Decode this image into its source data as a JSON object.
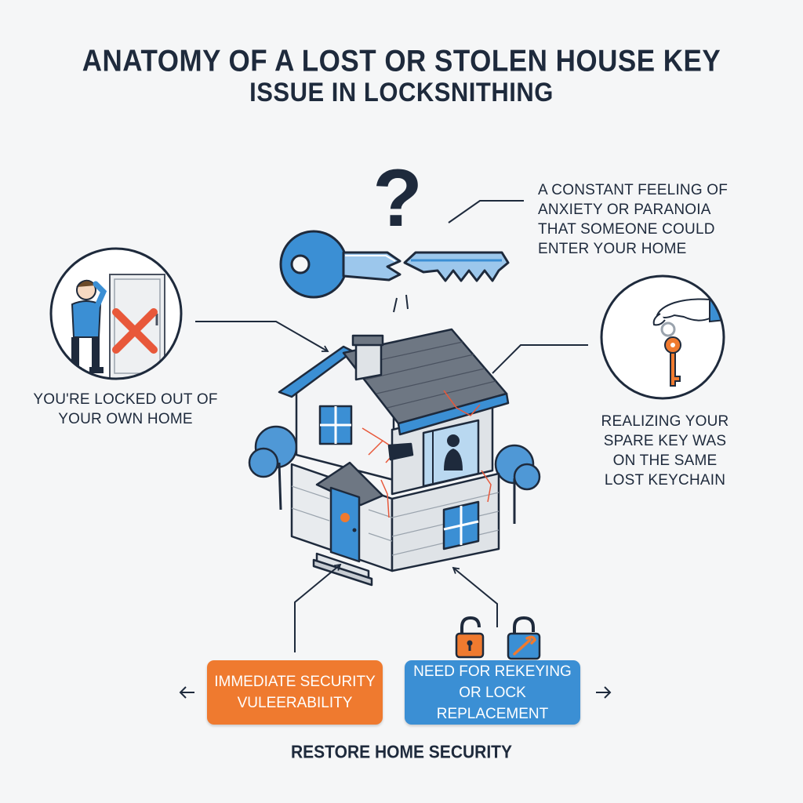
{
  "title": {
    "line1": "ANATOMY OF A LOST OR STOLEN HOUSE KEY",
    "line2": "ISSUE IN LOCKSNITHING"
  },
  "question_mark": "?",
  "callouts": {
    "anxiety": [
      "A CONSTANT FEELING OF",
      "ANXIETY OR PARANOIA",
      "THAT SOMEONE COULD",
      "ENTER YOUR HOME"
    ],
    "locked_out": [
      "YOU'RE LOCKED OUT OF",
      "YOUR OWN HOME"
    ],
    "spare_key": [
      "REALIZING YOUR",
      "SPARE KEY WAS",
      "ON THE SAME",
      "LOST KEYCHAIN"
    ]
  },
  "boxes": {
    "security": [
      "IMMEDIATE SECURITY",
      "VULEERABILITY"
    ],
    "rekeying": [
      "NEED FOR REKEYING",
      "OR LOCK REPLACEMENT"
    ]
  },
  "footer": "RESTORE HOME SECURITY",
  "colors": {
    "accent_blue": "#3b8fd4",
    "accent_orange": "#ef7a2f",
    "ink": "#1e2a3c",
    "crack_red": "#e8583a"
  },
  "icons": [
    "broken-key-icon",
    "question-mark-icon",
    "locked-out-person-icon",
    "red-x-icon",
    "hand-holding-keys-icon",
    "house-illustration",
    "padlock-open-icon",
    "padlock-wrench-icon",
    "arrow-left-icon",
    "arrow-right-icon"
  ]
}
